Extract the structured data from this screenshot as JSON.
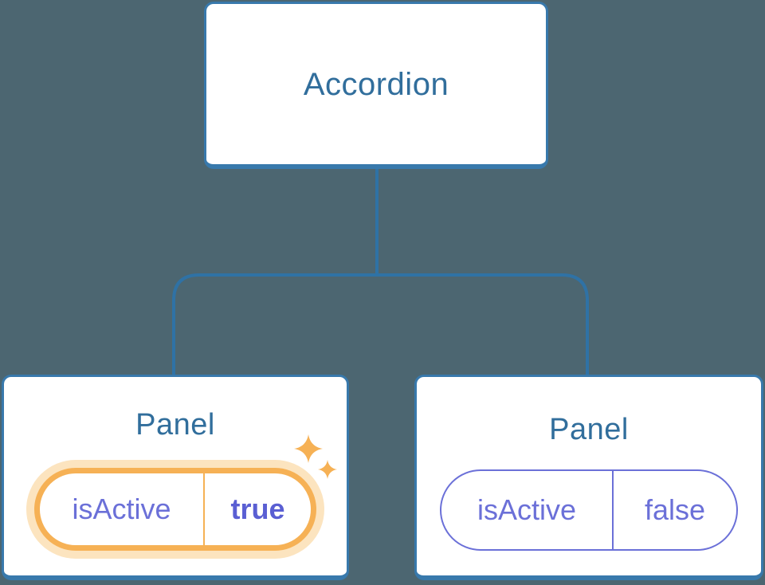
{
  "diagram": {
    "root_component": {
      "label": "Accordion"
    },
    "panels": [
      {
        "label": "Panel",
        "state_key": "isActive",
        "state_value": "true",
        "highlighted": true
      },
      {
        "label": "Panel",
        "state_key": "isActive",
        "state_value": "false",
        "highlighted": false
      }
    ]
  },
  "colors": {
    "background": "#4C6671",
    "connector_blue": "#2F72A5",
    "box_border_blue": "#3879AC",
    "box_background": "#FFFFFF",
    "title_blue": "#316E9C",
    "state_purple": "#6B70D8",
    "state_value_purple": "#5A5FD3",
    "highlight_orange": "#F6B155",
    "highlight_glow": "#FCE4BF"
  }
}
